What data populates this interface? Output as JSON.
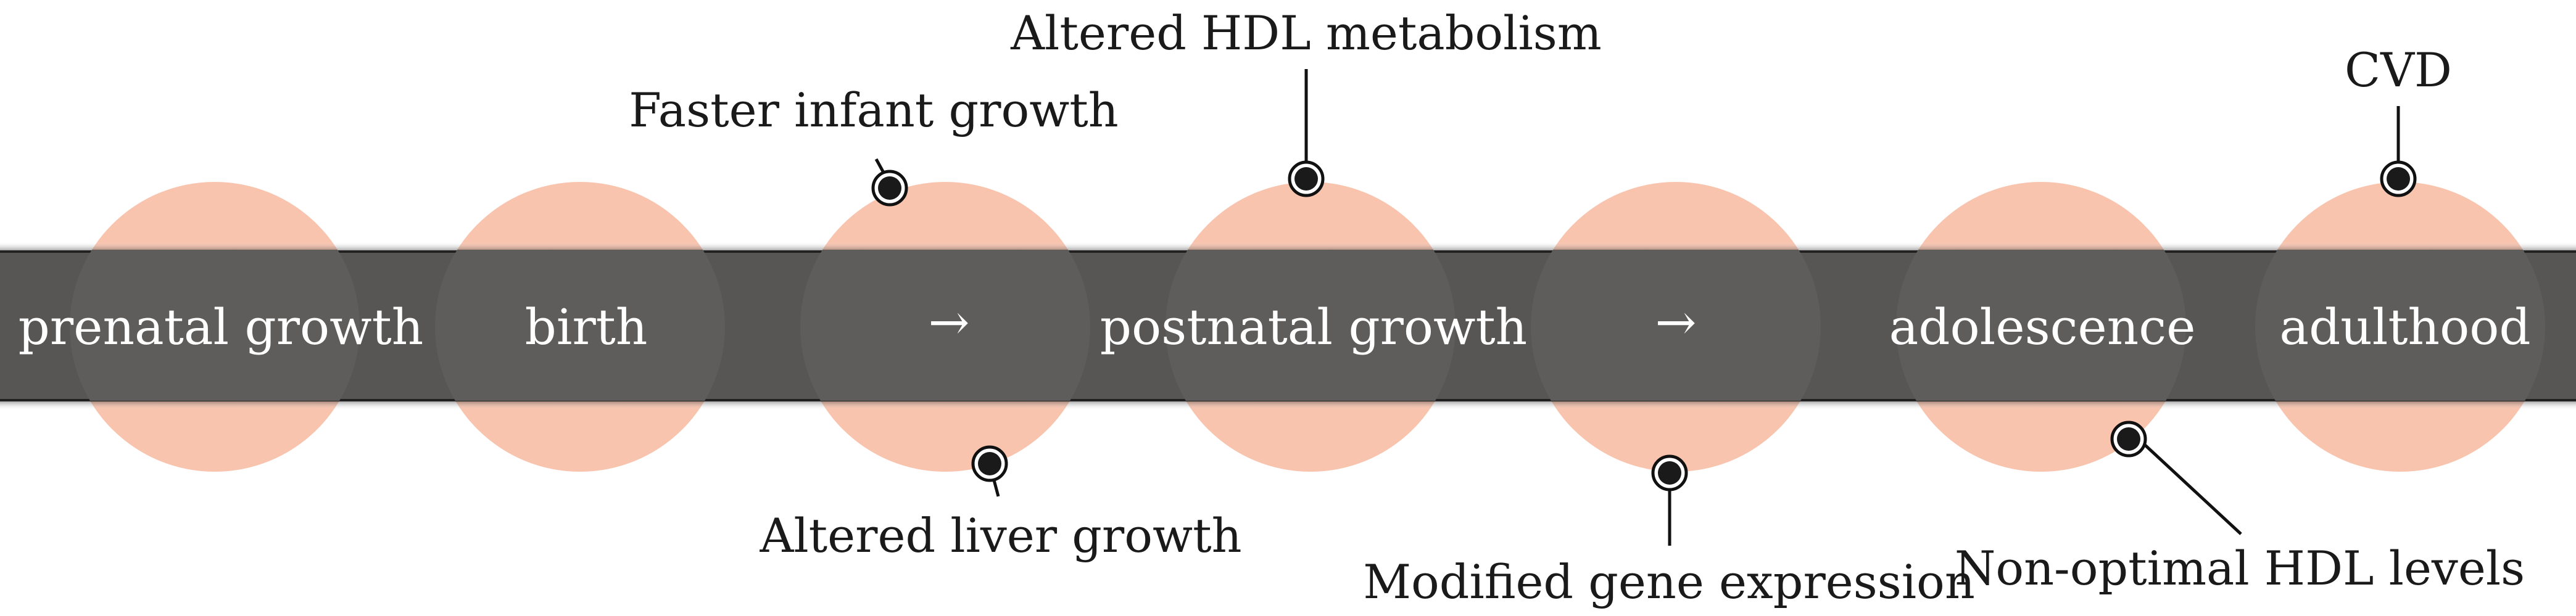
{
  "colors": {
    "band": "#575655",
    "band_edge": "#222222",
    "circle_fill": "#f9c4ae",
    "circle_overlay": "#5f5d5c",
    "label_text": "#ffffff",
    "callout_text": "#1a1a1a"
  },
  "timeline": {
    "stages": [
      {
        "label": "prenatal growth"
      },
      {
        "label": "birth"
      },
      {
        "label": "→"
      },
      {
        "label": "postnatal growth"
      },
      {
        "label": "→"
      },
      {
        "label": "adolescence"
      },
      {
        "label": "adulthood"
      }
    ]
  },
  "callouts": [
    {
      "text": "Faster infant growth",
      "stage": 2,
      "side": "above"
    },
    {
      "text": "Altered HDL metabolism",
      "stage": 3,
      "side": "above"
    },
    {
      "text": "CVD",
      "stage": 6,
      "side": "above"
    },
    {
      "text": "Altered liver growth",
      "stage": 2,
      "side": "below"
    },
    {
      "text": "Modified gene expression",
      "stage": 4,
      "side": "below"
    },
    {
      "text": "Non-optimal HDL levels",
      "stage": 5,
      "side": "below"
    }
  ]
}
